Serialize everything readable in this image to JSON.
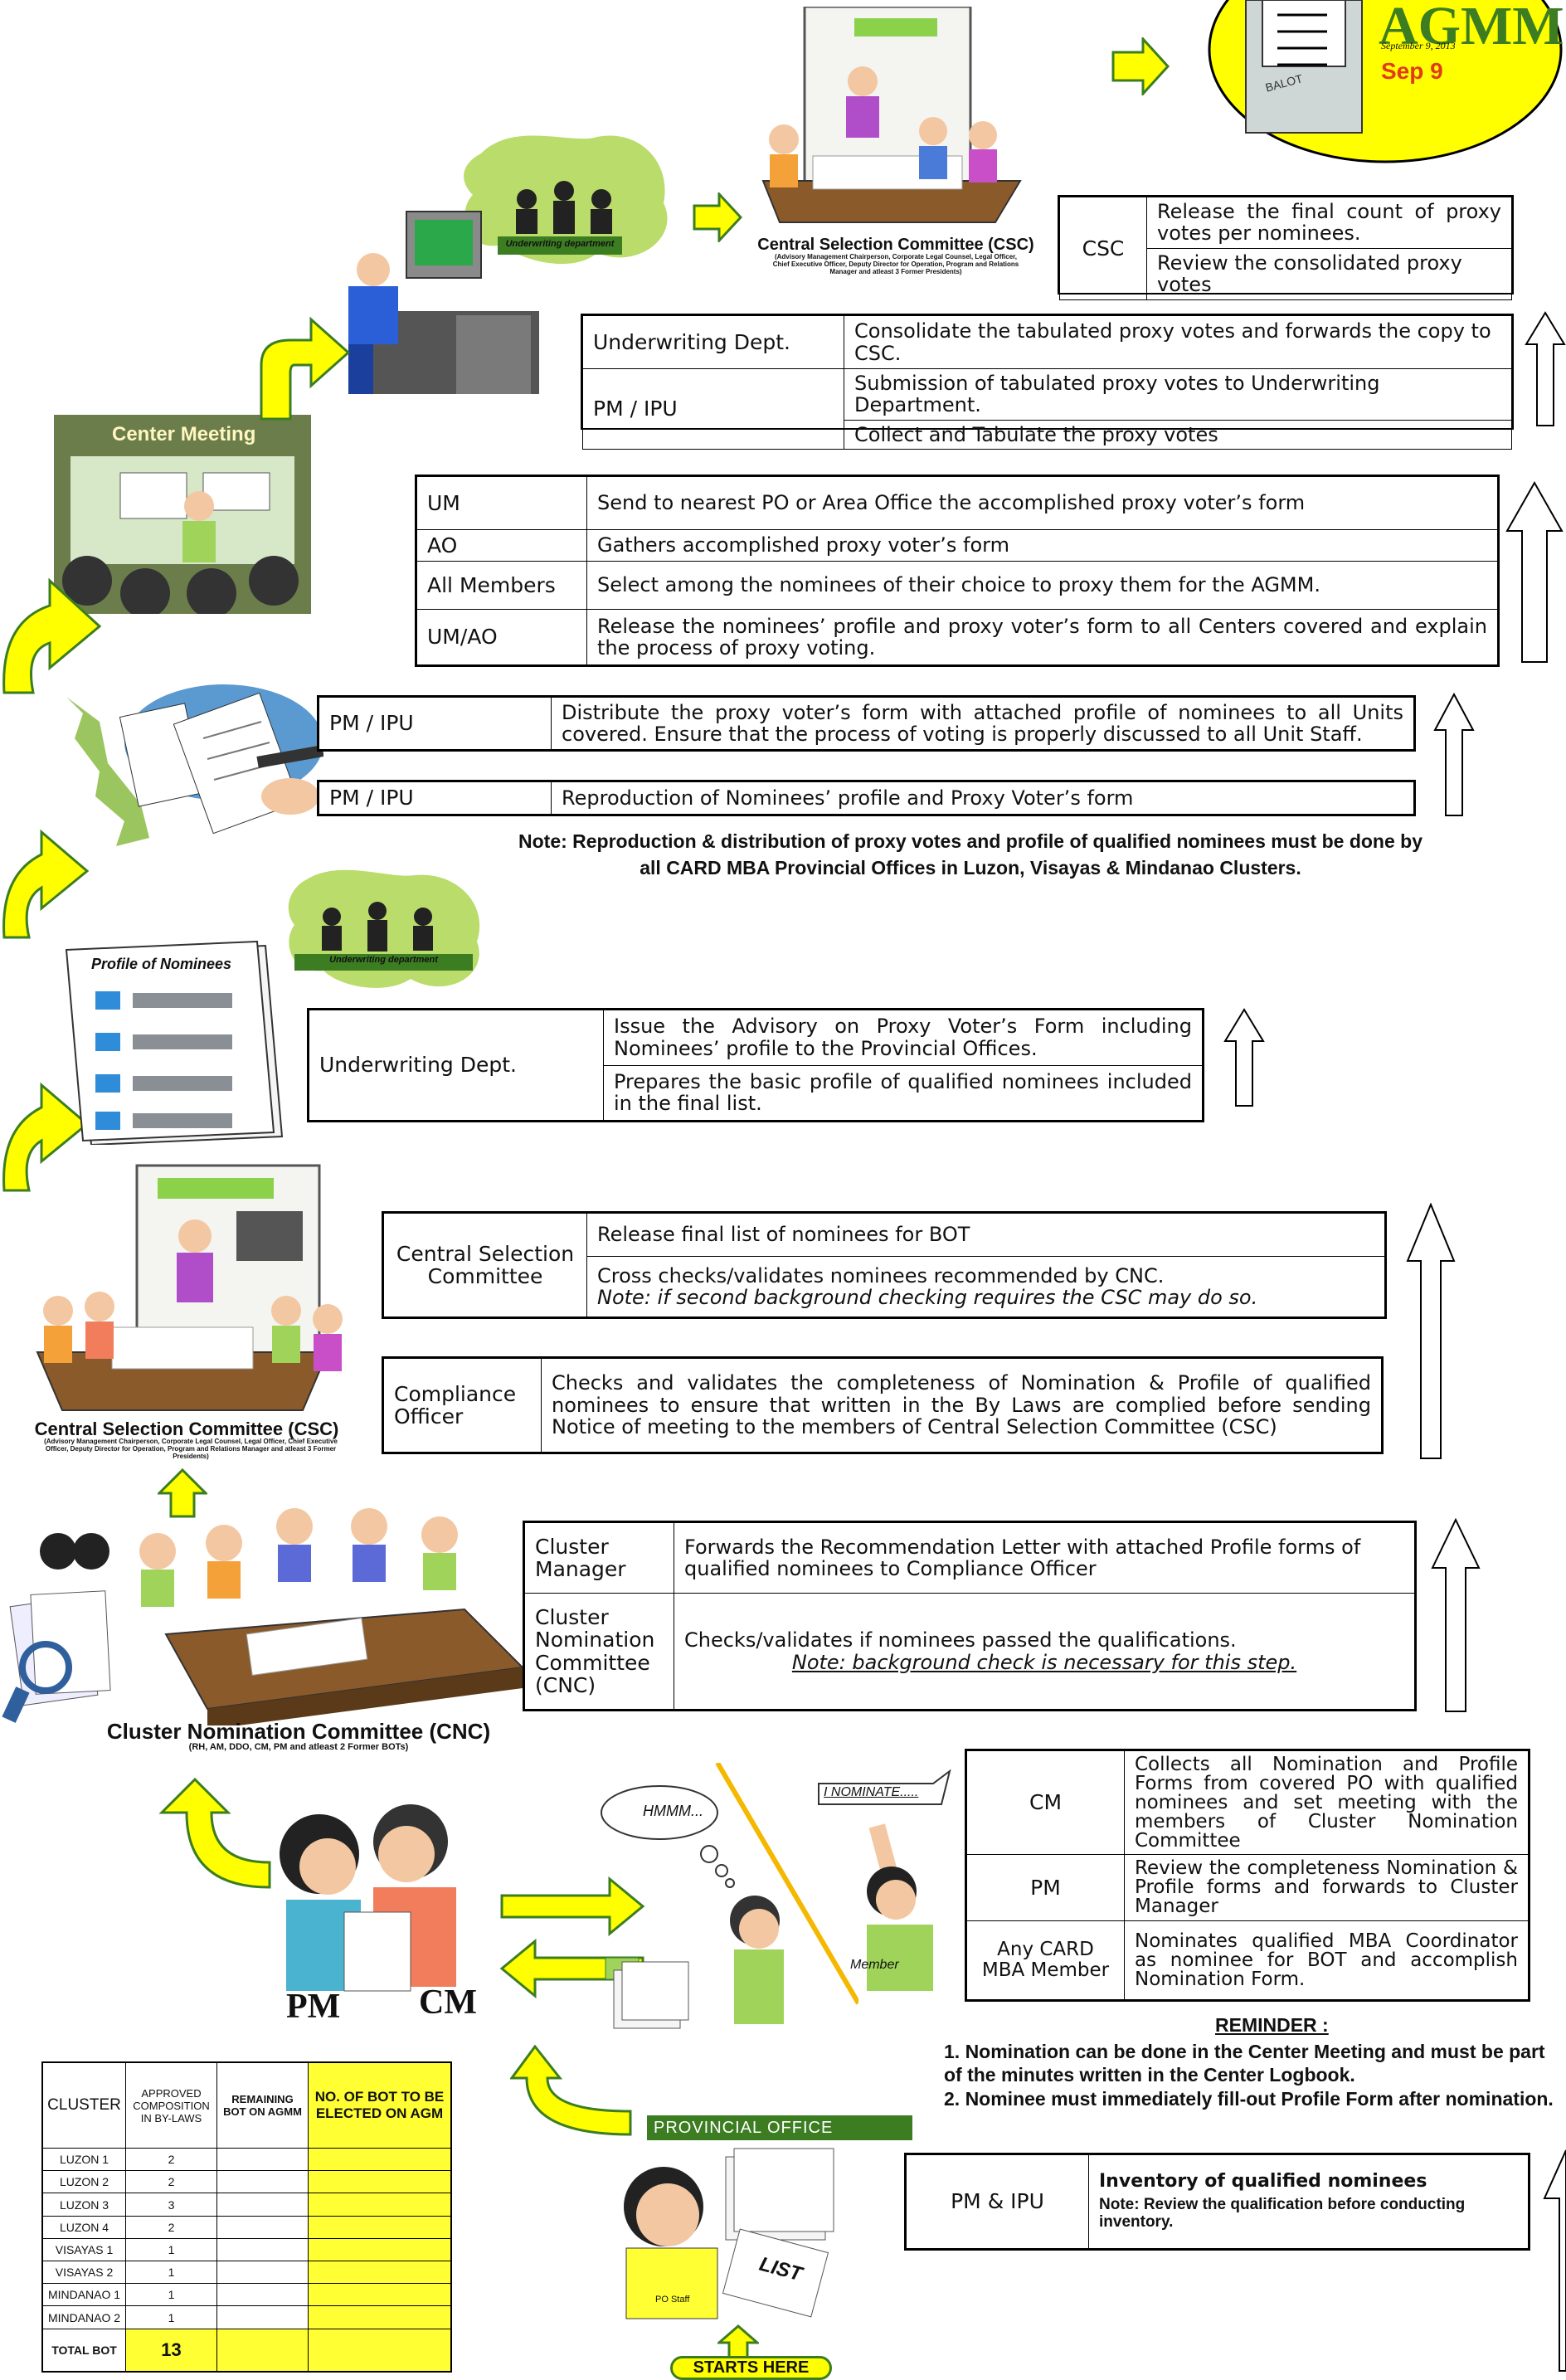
{
  "agmm": {
    "title": "AGMM",
    "date_small": "September 9, 2013",
    "date_big": "Sep 9",
    "ballot_label": "BALOT"
  },
  "labels": {
    "underwriting_dept": "Underwriting department",
    "center_meeting": "Center Meeting",
    "profile_of_nominees": "Profile of Nominees",
    "csc_caption": "Central Selection Committee (CSC)",
    "csc_subcaption": "(Advisory Management Chairperson, Corporate Legal Counsel, Legal Officer, Chief Executive Officer, Deputy Director for Operation, Program and Relations Manager and atleast 3 Former Presidents)",
    "cnc_caption": "Cluster Nomination Committee (CNC)",
    "cnc_subcaption": "(RH, AM, DDO, CM, PM and atleast 2 Former BOTs)",
    "pm": "PM",
    "cm": "CM",
    "hmmm": "HMMM...",
    "i_nominate": "I NOMINATE.....",
    "member": "Member",
    "provincial_office": "PROVINCIAL OFFICE",
    "list": "LIST",
    "po_staff": "PO Staff",
    "starts_here": "STARTS HERE"
  },
  "steps": {
    "csc_top": {
      "role": "CSC",
      "r1": "Release the final count of proxy votes per nominees.",
      "r2": "Review the consolidated proxy votes"
    },
    "uw_pm": {
      "r1_role": "Underwriting Dept.",
      "r1": "Consolidate the tabulated proxy votes and forwards the copy to CSC.",
      "r2_role": "PM / IPU",
      "r2": "Submission of tabulated proxy votes  to Underwriting  Department.",
      "r3": "Collect and Tabulate the proxy votes"
    },
    "um_ao": {
      "r1_role": "UM",
      "r1": "Send to nearest PO or Area Office the accomplished proxy voter’s form",
      "r2_role": "AO",
      "r2": "Gathers accomplished proxy voter’s form",
      "r3_role": "All Members",
      "r3": "Select among the nominees of their choice to proxy them for the AGMM.",
      "r4_role": "UM/AO",
      "r4": "Release the nominees’ profile and proxy voter’s form to all Centers covered and explain the process of proxy voting."
    },
    "pm_dist": {
      "role": "PM / IPU",
      "text": "Distribute the proxy voter’s form with attached profile of nominees to all Units covered. Ensure that the process of voting  is           properly discussed to all Unit Staff."
    },
    "pm_repro": {
      "role": "PM / IPU",
      "text": "Reproduction of Nominees’ profile and Proxy Voter’s  form"
    },
    "note_repro": "Note: Reproduction & distribution of proxy votes and profile of qualified nominees must be done by all CARD MBA Provincial Offices in Luzon, Visayas & Mindanao Clusters.",
    "uw_issue": {
      "role": "Underwriting Dept.",
      "r1": "Issue the Advisory on Proxy Voter’s Form including Nominees’ profile to the Provincial Offices.",
      "r2": "Prepares the basic profile of qualified nominees included in the final list."
    },
    "csc_mid": {
      "role": "Central Selection Committee",
      "r1": "Release final list of nominees for BOT",
      "r2": "Cross checks/validates nominees recommended by CNC.",
      "r2_note": "Note: if second background checking requires the CSC may do so."
    },
    "compliance": {
      "role": "Compliance Officer",
      "text": "Checks and validates the completeness of Nomination & Profile of qualified nominees to ensure that written in the By Laws are complied before sending Notice of meeting to the members of Central Selection Committee (CSC)"
    },
    "cluster": {
      "r1_role": "Cluster Manager",
      "r1": "Forwards the Recommendation Letter with attached Profile forms of qualified nominees to Compliance Officer",
      "r2_role": "Cluster Nomination Committee (CNC)",
      "r2": "Checks/validates if nominees passed the qualifications.",
      "r2_note": "Note: background check is necessary for this step."
    },
    "cm_pm": {
      "r1_role": "CM",
      "r1": "Collects all Nomination  and Profile Forms from covered PO with qualified nominees and set meeting with the members of Cluster Nomination Committee",
      "r2_role": "PM",
      "r2": "Review  the  completeness  Nomination  & Profile forms and forwards to Cluster Manager",
      "r3_role": "Any CARD MBA Member",
      "r3": "Nominates qualified MBA Coordinator as nominee for BOT and accomplish Nomination Form."
    },
    "reminder": {
      "title": "REMINDER :",
      "i1": "1.  Nomination can be done in the Center Meeting and must be part of the minutes written in the Center Logbook.",
      "i2": "2. Nominee must immediately fill-out Profile Form after nomination."
    },
    "inventory": {
      "role": "PM & IPU",
      "title": "Inventory of qualified nominees",
      "note": "Note: Review the qualification before conducting inventory."
    }
  },
  "summary_table": {
    "headers": [
      "CLUSTER",
      "APPROVED COMPOSITION IN BY-LAWS",
      "REMAINING BOT ON AGMM",
      "NO. OF BOT TO BE ELECTED ON  AGM"
    ],
    "rows": [
      {
        "cluster": "LUZON 1",
        "approved": "2"
      },
      {
        "cluster": "LUZON 2",
        "approved": "2"
      },
      {
        "cluster": "LUZON 3",
        "approved": "3"
      },
      {
        "cluster": "LUZON 4",
        "approved": "2"
      },
      {
        "cluster": "VISAYAS 1",
        "approved": "1"
      },
      {
        "cluster": "VISAYAS 2",
        "approved": "1"
      },
      {
        "cluster": "MINDANAO 1",
        "approved": "1"
      },
      {
        "cluster": "MINDANAO 2",
        "approved": "1"
      }
    ],
    "total_label": "TOTAL BOT",
    "total_value": "13"
  },
  "colors": {
    "yellow": "#ffff00",
    "green": "#b9dc6a",
    "dark_green": "#3c7d22",
    "arrow_yellow": "#ffff00"
  }
}
